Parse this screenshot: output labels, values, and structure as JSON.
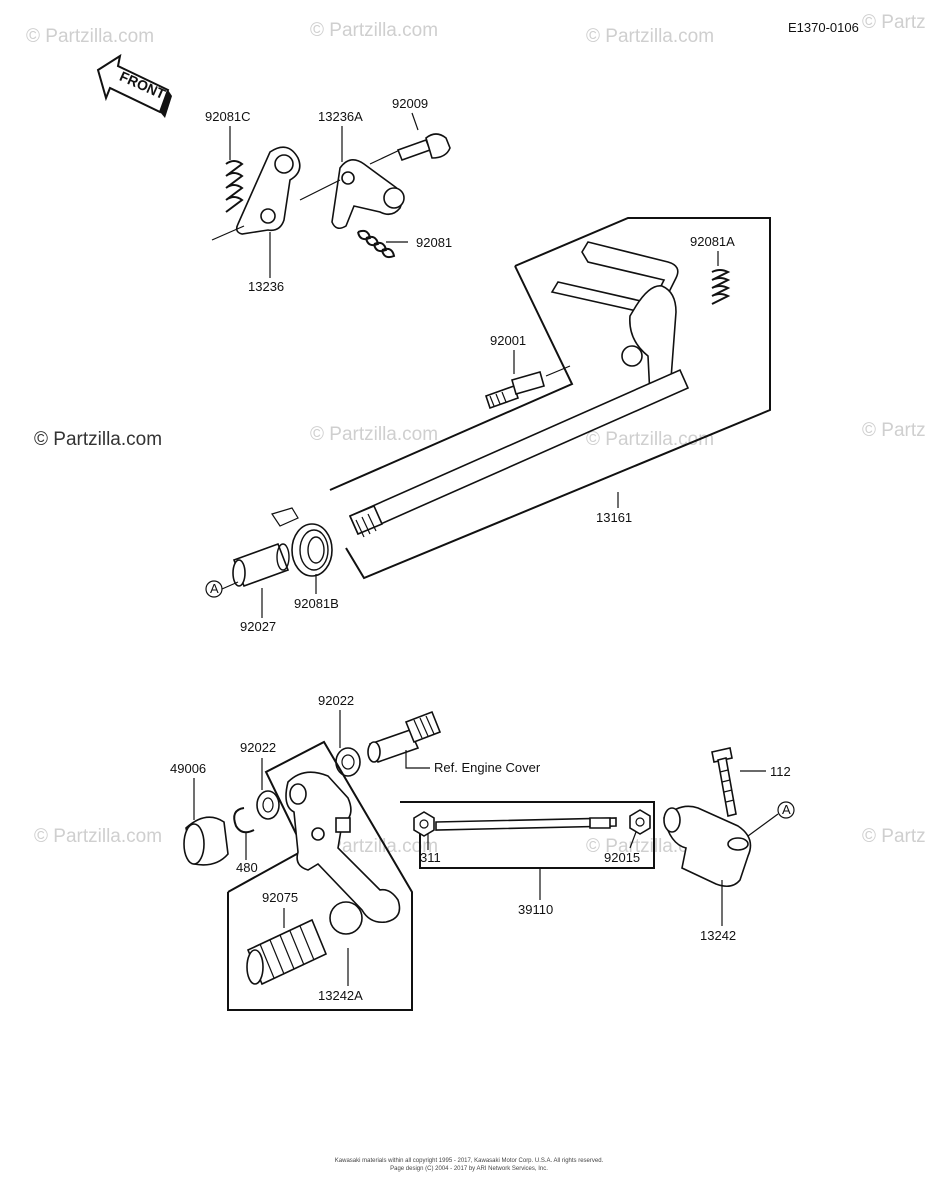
{
  "diagram_code": "E1370-0106",
  "front_label": "FRONT",
  "watermark": "© Partzilla.com",
  "watermark_short": "© Partz",
  "callout_a": "A",
  "ref_note": "Ref. Engine Cover",
  "parts": {
    "p92081C": "92081C",
    "p13236A": "13236A",
    "p92009": "92009",
    "p92081": "92081",
    "p13236": "13236",
    "p92081A": "92081A",
    "p92001": "92001",
    "p13161": "13161",
    "p92027": "92027",
    "p92081B": "92081B",
    "p92022_top": "92022",
    "p92022_mid": "92022",
    "p49006": "49006",
    "p480": "480",
    "p311": "311",
    "p92015": "92015",
    "p39110": "39110",
    "p112": "112",
    "p13242": "13242",
    "p92075": "92075",
    "p13242A": "13242A"
  },
  "footer": {
    "line1": "Kawasaki materials within all copyright 1995 - 2017, Kawasaki Motor Corp. U.S.A. All rights reserved.",
    "line2": "Page design (C) 2004 - 2017 by ARI Network Services, Inc."
  }
}
